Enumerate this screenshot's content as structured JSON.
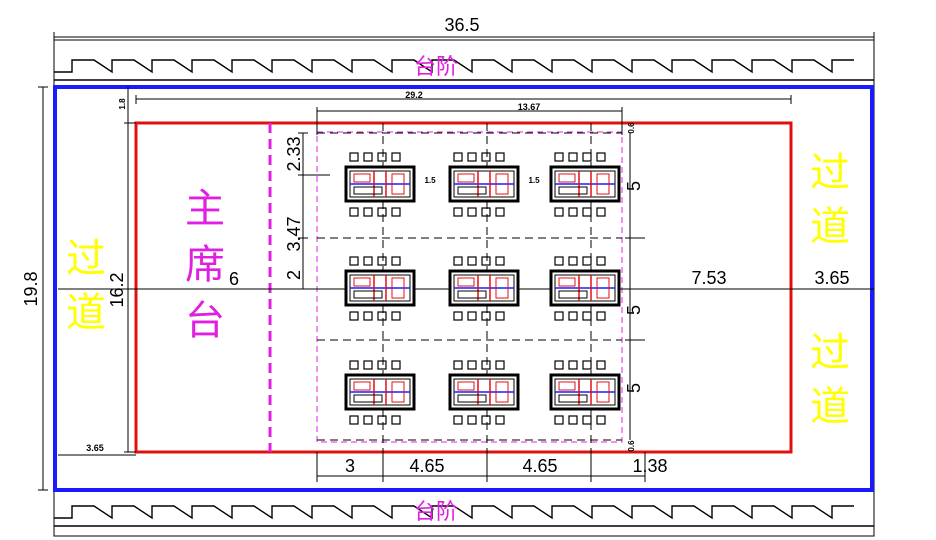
{
  "colors": {
    "outer_boundary": "#1a1aff",
    "venue_area": "#e01010",
    "stage_divider": "#e020e0",
    "table_zone": "#e020e0",
    "step_label": "#e020e0",
    "stage_label": "#e020e0",
    "aisle_label": "#ffff00",
    "lines": "#000000"
  },
  "labels": {
    "steps_top": "台阶",
    "steps_bottom": "台阶",
    "stage_1": "主",
    "stage_2": "席",
    "stage_3": "台",
    "aisle_left_1": "过",
    "aisle_left_2": "道",
    "aisle_right_top_1": "过",
    "aisle_right_top_2": "道",
    "aisle_right_bottom_1": "过",
    "aisle_right_bottom_2": "道"
  },
  "dimensions": {
    "total_width": "36.5",
    "total_height": "19.8",
    "area_width": "29.2",
    "table_zone_width": "13.67",
    "top_offset": "1.8",
    "area_height": "16.2",
    "left_offset": "3.65",
    "stage_depth": "6",
    "right_gap": "7.53",
    "right_aisle": "3.65",
    "first_row_offset": "2.33",
    "row_gap": "3.47",
    "table_depth": "2",
    "table_gap": "1.5",
    "table_gap_2": "1.5",
    "row_pitch_1": "5",
    "row_pitch_2": "5",
    "row_pitch_3": "5",
    "top_margin": "0.6",
    "bottom_margin": "0.6",
    "bottom_1": "3",
    "bottom_2": "4.65",
    "bottom_3": "4.65",
    "bottom_4": "1.38"
  },
  "tables": {
    "rows": 3,
    "columns": 3
  }
}
